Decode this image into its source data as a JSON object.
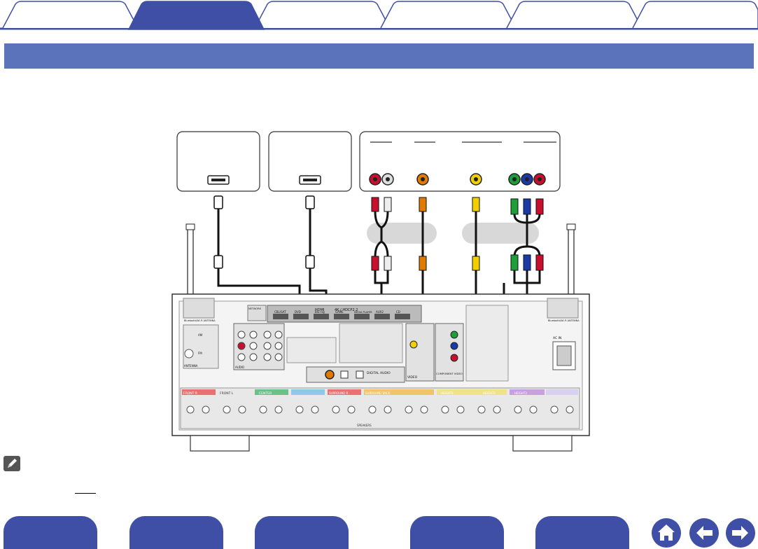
{
  "tabs": {
    "count": 6,
    "active_index": 1
  },
  "colors": {
    "tab_active": "#3f4fa5",
    "tab_inactive": "#ffffff",
    "tab_border": "#3f4fa5",
    "banner": "#5a73ba",
    "nav_button": "#3f4fa5",
    "cable_black": "#111111",
    "rca_red": "#c8102e",
    "rca_white": "#dddddd",
    "rca_orange": "#e07b00",
    "rca_yellow": "#f2d000",
    "component_green": "#1e9e3a",
    "component_blue": "#1a3aa8",
    "component_red": "#c8102e"
  },
  "icons": {
    "note": "pencil-note-icon",
    "home": "home-icon",
    "back": "arrow-left-icon",
    "forward": "arrow-right-icon"
  },
  "diagram": {
    "panel_labels": {
      "hdmi_bank": "HDMI",
      "hdmi_format": "4K / HDCP2.2",
      "in1": "CBL/SAT",
      "in2": "DVD",
      "in3": "Blu-ray",
      "in4": "GAME",
      "in5": "MEDIA PLAYER",
      "in6": "AUX2",
      "in7": "CD",
      "network": "NETWORK",
      "antenna_left": "Bluetooth/Wi-Fi ANTENNA",
      "antenna_right": "Bluetooth/Wi-Fi ANTENNA",
      "audio": "AUDIO",
      "digital_audio": "DIGITAL AUDIO",
      "video": "VIDEO",
      "component_video": "COMPONENT VIDEO",
      "ac_in": "AC IN",
      "speakers": "SPEAKERS",
      "front_r": "FRONT R",
      "front_l": "FRONT L",
      "center": "CENTER",
      "surround_r": "SURROUND R",
      "surround_back": "SURROUND BACK",
      "height1": "HEIGHT1",
      "height2": "HEIGHT2",
      "height3": "HEIGHT3",
      "antenna": "ANTENNA",
      "am": "AM",
      "fm": "FM"
    }
  }
}
